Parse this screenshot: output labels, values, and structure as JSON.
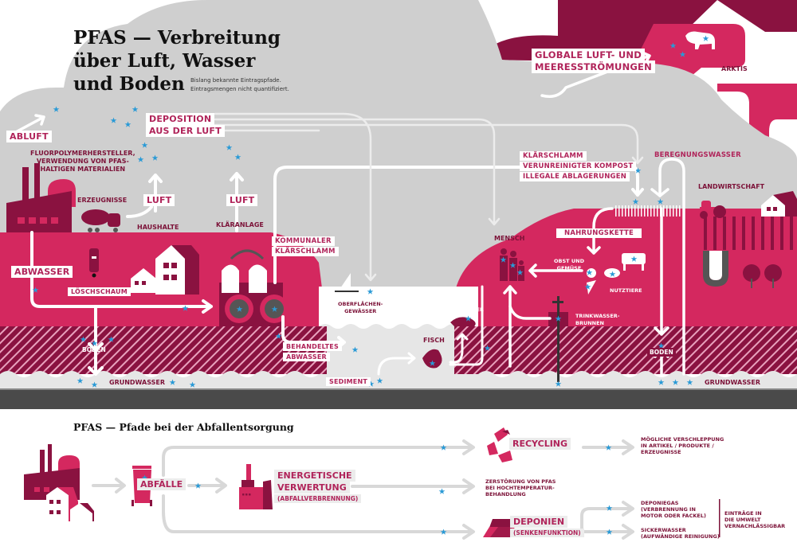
{
  "title": {
    "line1": "PFAS — Verbreitung",
    "line2": "über Luft, Wasser",
    "line3": "und Boden",
    "subtitle_line1": "Bislang bekannte Eintragspfade.",
    "subtitle_line2": "Eintragsmengen nicht quantifiziert."
  },
  "colors": {
    "crimson": "#d4285f",
    "dark_crimson": "#8a1240",
    "sky_gray": "#cfcfcf",
    "water_light": "#e6e6e6",
    "bedrock": "#4a4a4a",
    "pfas_star": "#2a9ad6",
    "arrow": "#ffffff",
    "waste_arrow": "#d8d8d8"
  },
  "legend": {
    "pfas_marker": "pfas-star-icon"
  },
  "top_diagram": {
    "air": {
      "abluft": "Abluft",
      "deposition_line1": "Deposition",
      "deposition_line2": "aus der Luft",
      "luft_1": "Luft",
      "luft_2": "Luft",
      "global_line1": "Globale Luft- und",
      "global_line2": "Meeresströmungen",
      "arktis": "Arktis"
    },
    "industry": {
      "manufacturer_line1": "Fluorpolymerhersteller,",
      "manufacturer_line2": "Verwendung von PFAS-",
      "manufacturer_line3": "haltigen Materialien",
      "erzeugnisse": "Erzeugnisse",
      "haushalte": "Haushalte",
      "klaeranlage": "Kläranlage",
      "abwasser": "Abwasser",
      "loeschschaum": "Löschschaum",
      "kommunaler_line1": "Kommunaler",
      "kommunaler_line2": "Klärschlamm",
      "behandeltes_line1": "Behandeltes",
      "behandeltes_line2": "Abwasser"
    },
    "water": {
      "oberflaechen_line1": "Oberflächen-",
      "oberflaechen_line2": "gewässer",
      "sediment": "Sediment",
      "fisch": "Fisch",
      "otter": "Otter"
    },
    "agriculture": {
      "klaerschlamm": "Klärschlamm",
      "kompost": "Verunreinigter Kompost",
      "ablagerungen": "Illegale Ablagerungen",
      "beregnung": "Beregnungswasser",
      "landwirtschaft": "Landwirtschaft",
      "nahrungskette": "Nahrungskette",
      "mensch": "Mensch",
      "obst_line1": "Obst und",
      "obst_line2": "Gemüse",
      "nutztiere": "Nutztiere",
      "trinkwasser_line1": "Trinkwasser-",
      "trinkwasser_line2": "brunnen"
    },
    "ground": {
      "boden_left": "Boden",
      "boden_right": "Boden",
      "grundwasser_left": "Grundwasser",
      "grundwasser_right": "Grundwasser"
    }
  },
  "waste_diagram": {
    "title": "PFAS — Pfade bei der Abfallentsorgung",
    "abfaelle": "Abfälle",
    "energetische_line1": "Energetische",
    "energetische_line2": "Verwertung",
    "energetische_line3": "(Abfallverbrennung)",
    "recycling": "Recycling",
    "deponien_line1": "Deponien",
    "deponien_line2": "(Senkenfunktion)",
    "verschleppung_line1": "Mögliche Verschleppung",
    "verschleppung_line2": "in Artikel / Produkte /",
    "verschleppung_line3": "Erzeugnisse",
    "zerstoerung_line1": "Zerstörung von PFAS",
    "zerstoerung_line2": "bei Hochtemperatur-",
    "zerstoerung_line3": "behandlung",
    "deponiegas_line1": "Deponiegas",
    "deponiegas_line2": "(Verbrennung in",
    "deponiegas_line3": "Motor oder Fackel)",
    "sickerwasser_line1": "Sickerwasser",
    "sickerwasser_line2": "(aufwändige Reinigung)",
    "eintraege_line1": "Einträge in",
    "eintraege_line2": "die Umwelt",
    "eintraege_line3": "vernachlässigbar"
  }
}
